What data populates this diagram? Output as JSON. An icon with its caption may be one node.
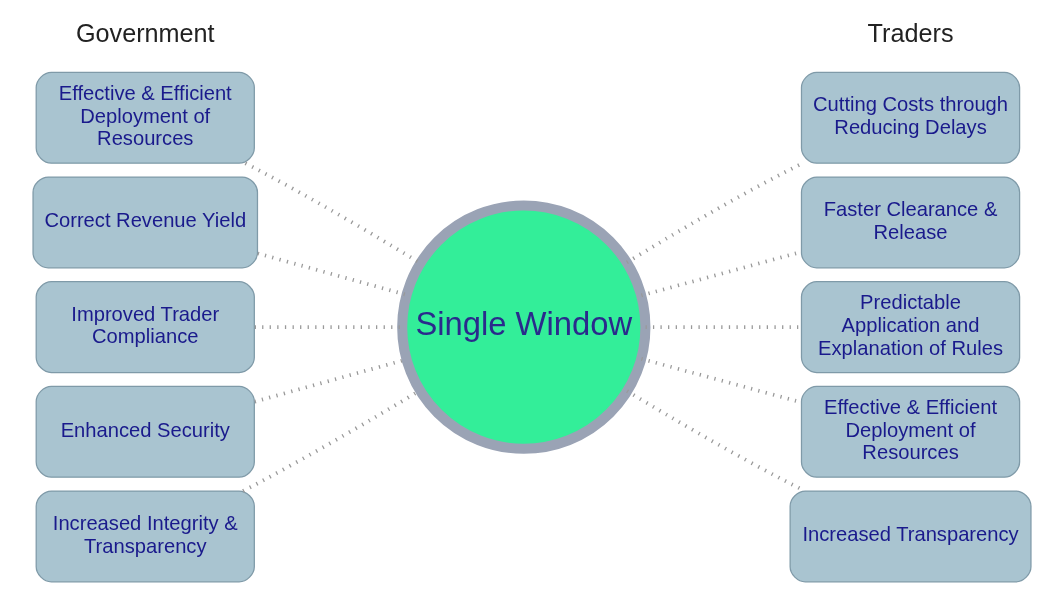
{
  "diagram": {
    "nodes": [
      {
        "text": [
          "Effective & Efficient Deployment of Resources"
        ]
      },
      {
        "text": [
          "Correct Revenue Yield"
        ]
      },
      {
        "text": [
          "Improved Trader Compliance"
        ]
      },
      {
        "text": [
          "Enhanced Security"
        ]
      },
      {
        "text": [
          "Increased Integrity & Transparency"
        ]
      },
      {
        "text": [
          "Single Window"
        ]
      },
      {
        "text": [
          "Cutting Costs through Reducing Delays"
        ]
      },
      {
        "text": [
          "Faster Clearance & Release"
        ]
      },
      {
        "text": [
          "Predictable Application and Explanation of Rules"
        ]
      },
      {
        "text": [
          "Effective & Efficient Deployment of Resources"
        ]
      },
      {
        "text": [
          "Increased Transparency"
        ]
      }
    ],
    "edges": [
      {
        "from": 0,
        "to": 5,
        "arrow": "none",
        "style": "dashed"
      },
      {
        "from": 1,
        "to": 5,
        "arrow": "none",
        "style": "dashed"
      },
      {
        "from": 2,
        "to": 5,
        "arrow": "none",
        "style": "dashed"
      },
      {
        "from": 3,
        "to": 5,
        "arrow": "none",
        "style": "dashed"
      },
      {
        "from": 4,
        "to": 5,
        "arrow": "none",
        "style": "dashed"
      },
      {
        "from": 5,
        "to": 6,
        "arrow": "none",
        "style": "dashed"
      },
      {
        "from": 5,
        "to": 7,
        "arrow": "none",
        "style": "dashed"
      },
      {
        "from": 5,
        "to": 8,
        "arrow": "none",
        "style": "dashed"
      },
      {
        "from": 5,
        "to": 9,
        "arrow": "none",
        "style": "dashed"
      },
      {
        "from": 5,
        "to": 10,
        "arrow": "none",
        "style": "dashed"
      }
    ],
    "labels": [
      "Government",
      "Traders"
    ]
  }
}
